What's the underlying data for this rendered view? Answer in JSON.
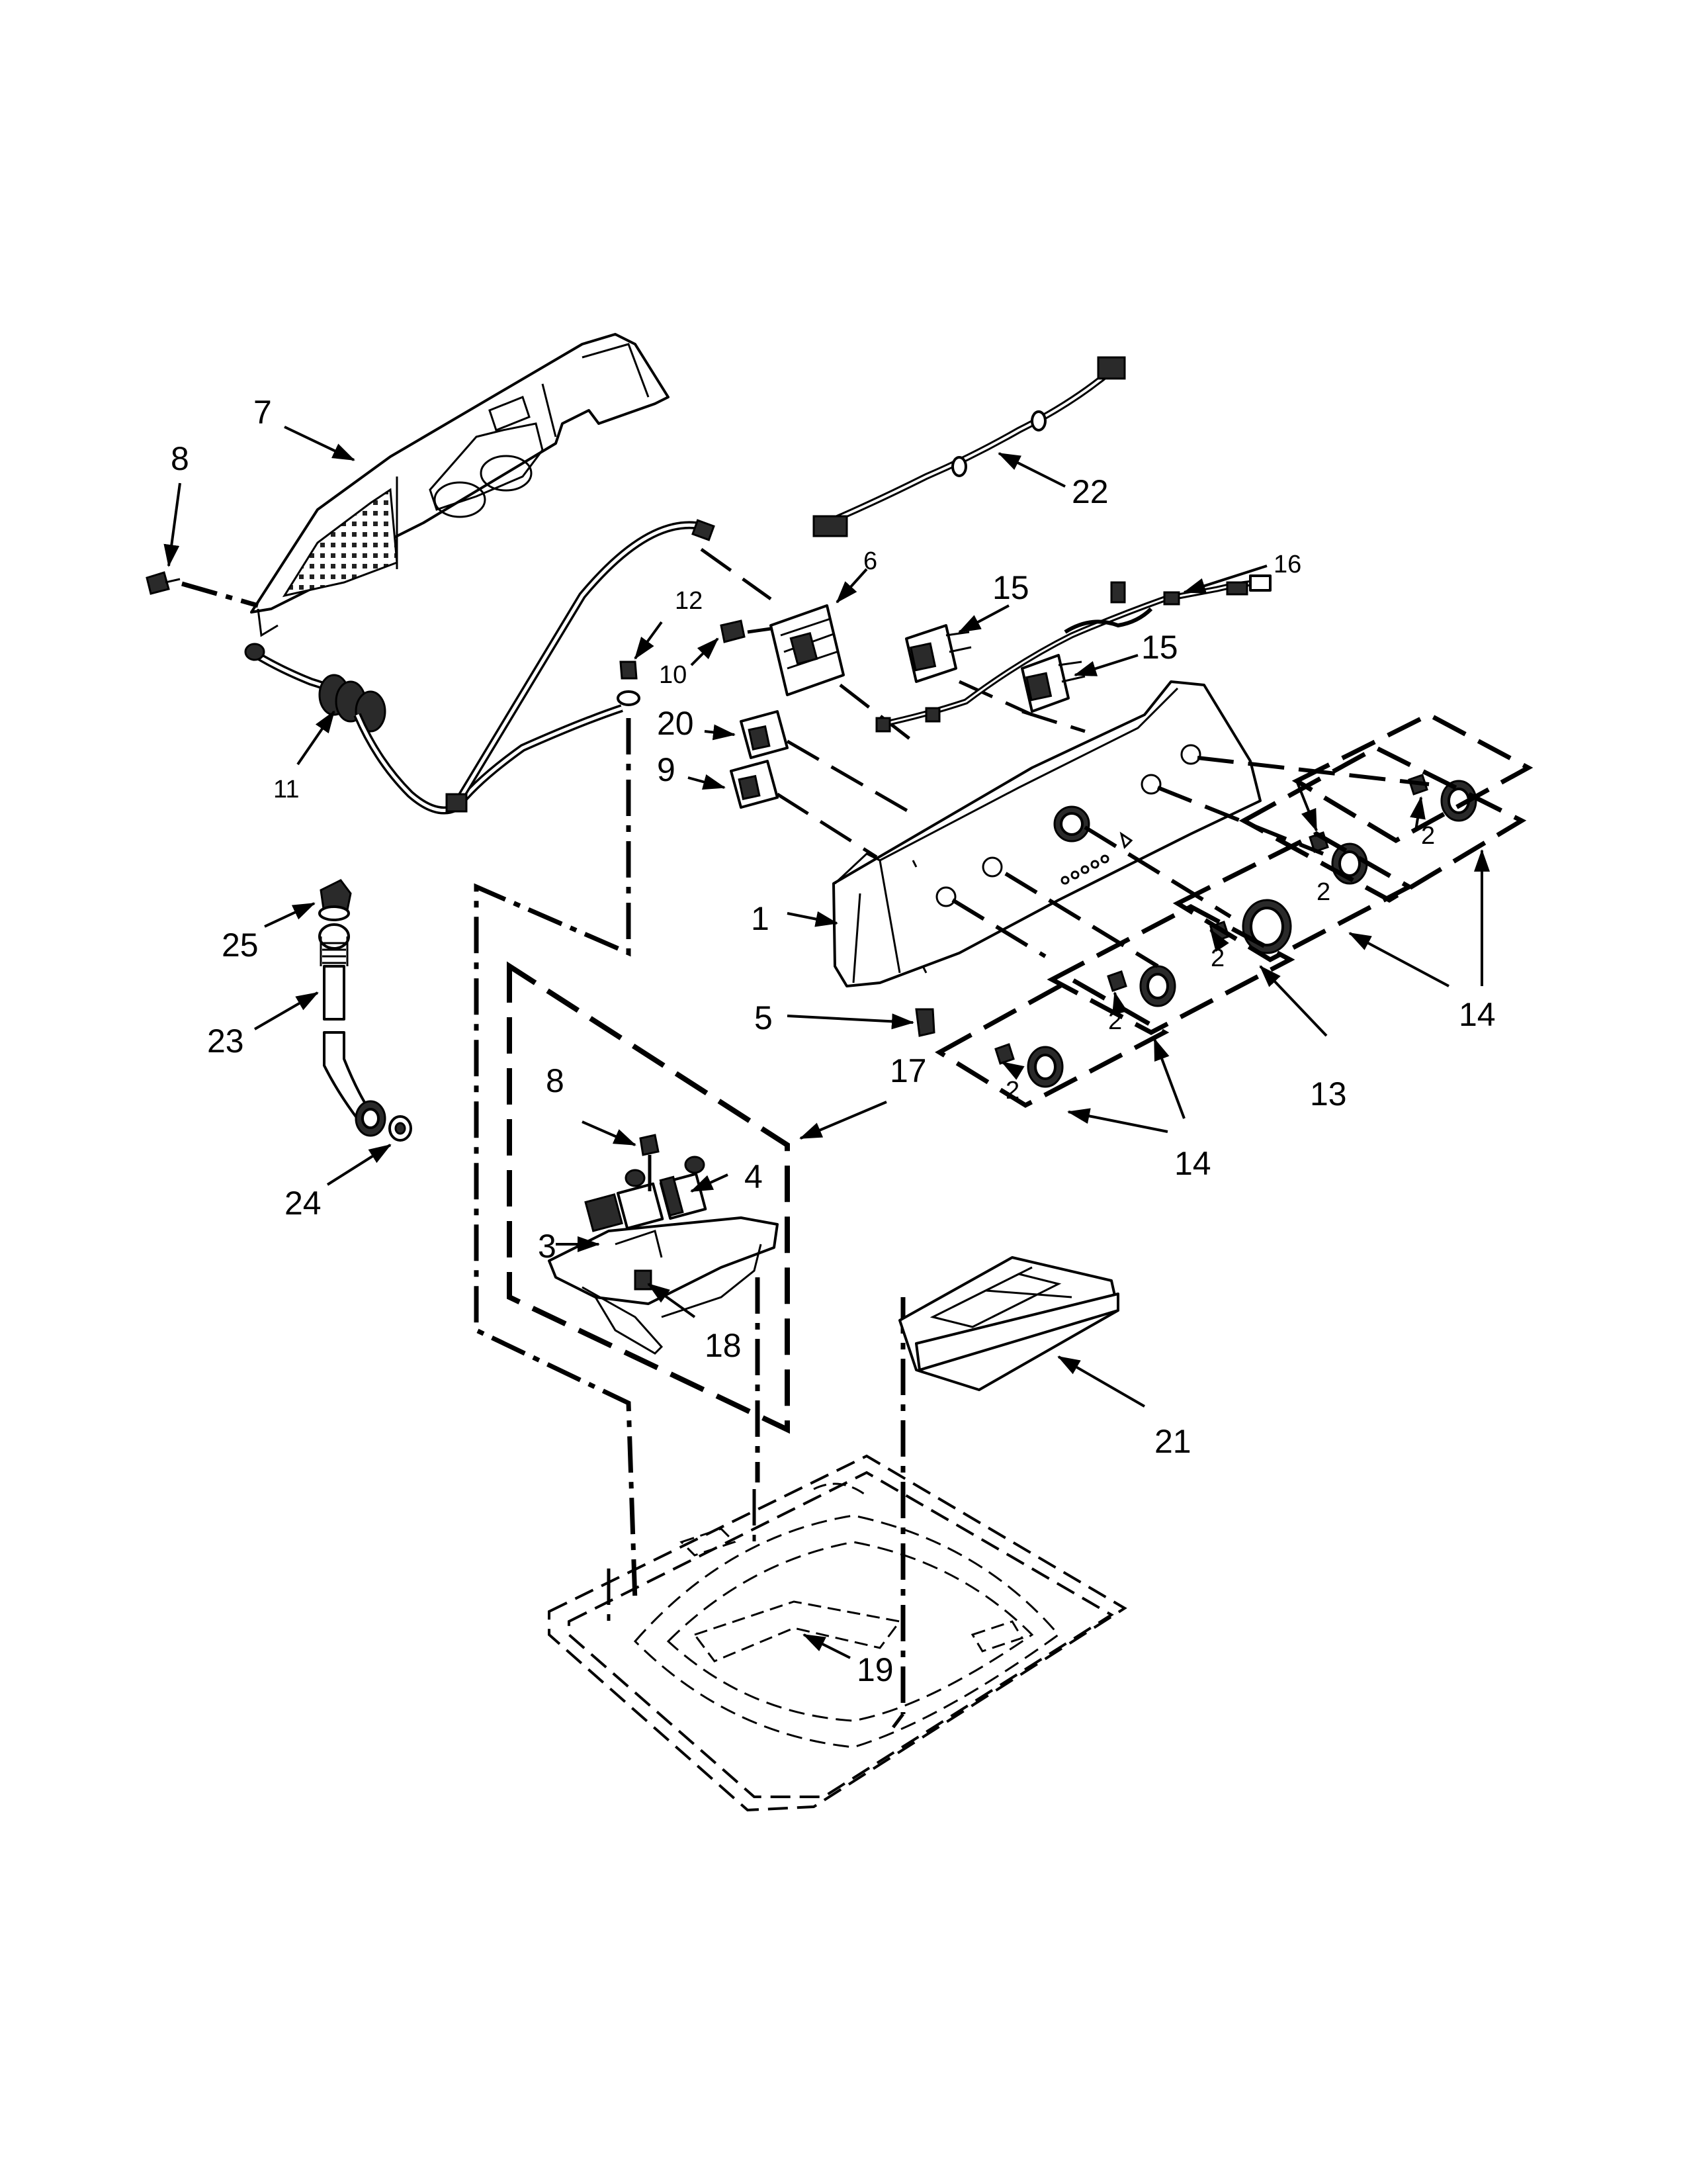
{
  "diagram": {
    "callouts": {
      "c1": "1",
      "c2a": "2",
      "c2b": "2",
      "c2c": "2",
      "c2d": "2",
      "c2e": "2",
      "c3": "3",
      "c4": "4",
      "c5": "5",
      "c6": "6",
      "c7": "7",
      "c8a": "8",
      "c8b": "8",
      "c9": "9",
      "c10": "10",
      "c11": "11",
      "c12": "12",
      "c13": "13",
      "c14a": "14",
      "c14b": "14",
      "c15a": "15",
      "c15b": "15",
      "c16": "16",
      "c17": "17",
      "c18": "18",
      "c19": "19",
      "c20": "20",
      "c21": "21",
      "c22": "22",
      "c23": "23",
      "c24": "24",
      "c25": "25"
    }
  }
}
